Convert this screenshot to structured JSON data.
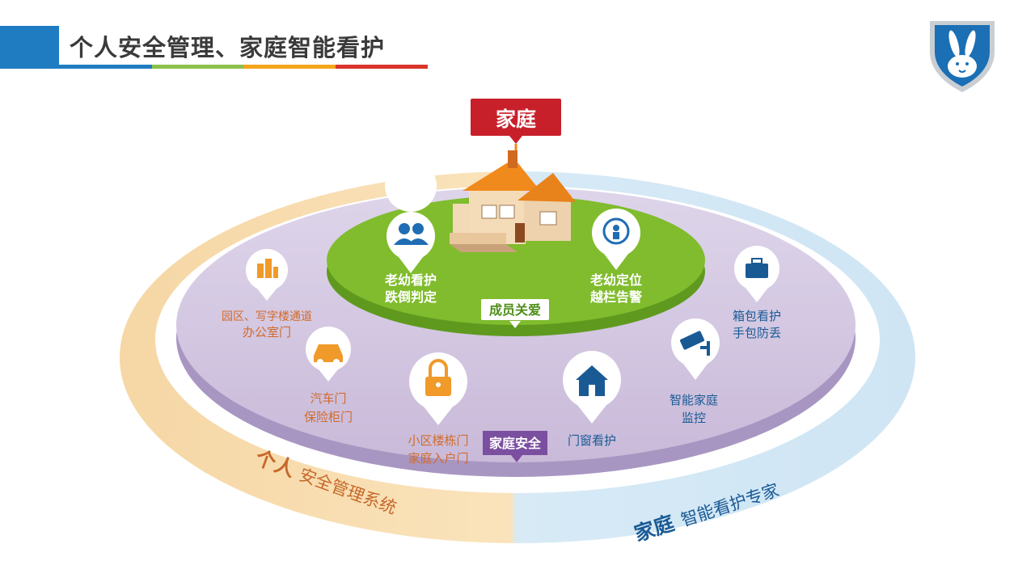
{
  "header": {
    "title": "个人安全管理、家庭智能看护",
    "stripe_colors": [
      "#1f7cc1",
      "#8cc04a",
      "#f4a51c",
      "#d9342b"
    ]
  },
  "logo": {
    "icon": "rabbit-shield-icon",
    "color": "#1a6fb5"
  },
  "top_label": {
    "text": "家庭",
    "color": "#c8202b"
  },
  "center": {
    "house_icon": "house-icon",
    "badge_member": "成员关爱",
    "badge_family": "家庭安全",
    "green_color": "#80bc2d",
    "purple_color": "#cdbfde"
  },
  "green_items": [
    {
      "icon": "people-icon",
      "line1": "老幼看护",
      "line2": "跌倒判定"
    },
    {
      "icon": "location-refresh-icon",
      "line1": "老幼定位",
      "line2": "越栏告警"
    }
  ],
  "ring_items": [
    {
      "icon": "building-icon",
      "line1": "园区、写字楼通道",
      "line2": "办公室门",
      "color": "#d26a2a"
    },
    {
      "icon": "car-icon",
      "line1": "汽车门",
      "line2": "保险柜门",
      "color": "#d26a2a"
    },
    {
      "icon": "lock-icon",
      "line1": "小区楼栋门",
      "line2": "家庭入户门",
      "color": "#d26a2a"
    },
    {
      "icon": "home-window-icon",
      "line1": "门窗看护",
      "line2": "",
      "color": "#1a5a94"
    },
    {
      "icon": "camera-icon",
      "line1": "智能家庭",
      "line2": "监控",
      "color": "#1a5a94"
    },
    {
      "icon": "briefcase-icon",
      "line1": "箱包看护",
      "line2": "手包防丢",
      "color": "#1a5a94"
    }
  ],
  "bottom_left": {
    "big": "个人",
    "rest": "安全管理系统",
    "color": "#c6682a"
  },
  "bottom_right": {
    "big": "家庭",
    "rest": "智能看护专家",
    "color": "#1a5a94"
  }
}
